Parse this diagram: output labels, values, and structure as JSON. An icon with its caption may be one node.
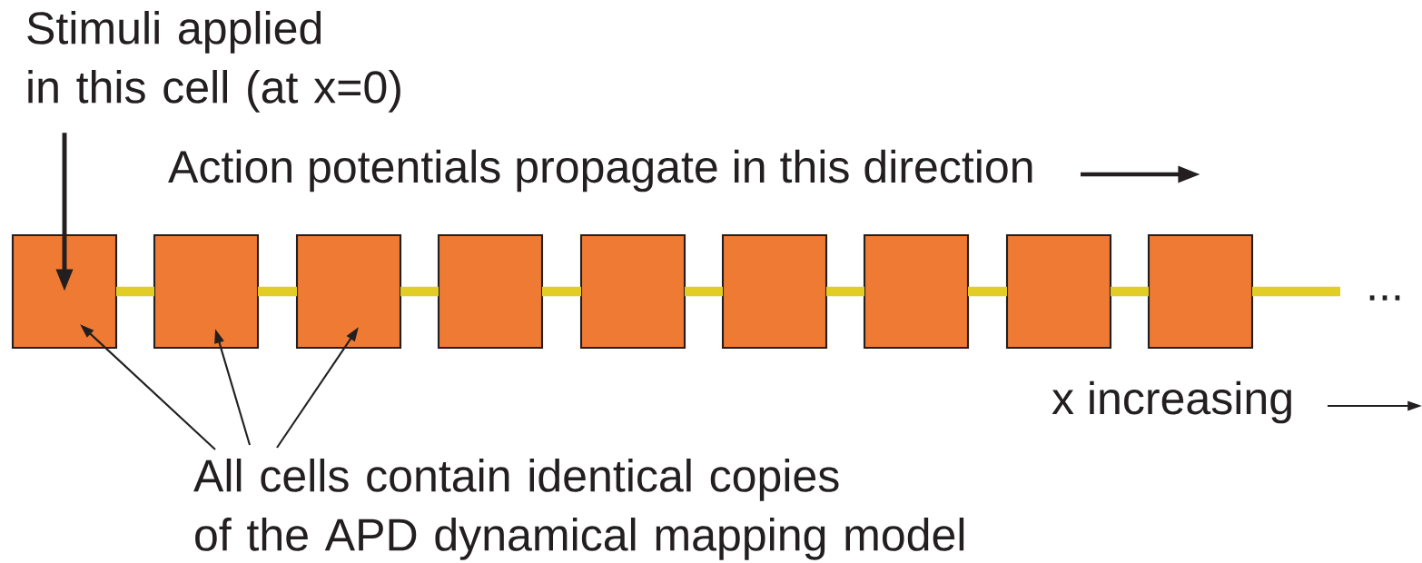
{
  "diagram": {
    "nodes": [
      {
        "text": [
          "Stimuli applied in this cell (at x=0)"
        ]
      },
      {
        "text": [],
        "shape": "box"
      },
      {
        "text": [],
        "shape": "box"
      },
      {
        "text": [],
        "shape": "box"
      },
      {
        "text": [],
        "shape": "box"
      },
      {
        "text": [],
        "shape": "box"
      },
      {
        "text": [],
        "shape": "box"
      },
      {
        "text": [],
        "shape": "box"
      },
      {
        "text": [],
        "shape": "box"
      },
      {
        "text": [],
        "shape": "box"
      },
      {
        "text": [
          "All cells contain identical copies of the APD dynamical mapping model"
        ]
      }
    ],
    "edges": [
      {
        "from": 0,
        "to": 1,
        "arrow": "to",
        "color": "#231f20"
      },
      {
        "from": 10,
        "to": 1,
        "arrow": "to",
        "color": "#231f20"
      },
      {
        "from": 10,
        "to": 2,
        "arrow": "to",
        "color": "#231f20"
      },
      {
        "from": 10,
        "to": 3,
        "arrow": "to",
        "color": "#231f20"
      },
      {
        "from": 1,
        "to": 2,
        "arrow": "none",
        "color": "#e2cc26"
      },
      {
        "from": 2,
        "to": 3,
        "arrow": "none",
        "color": "#e2cc26"
      },
      {
        "from": 3,
        "to": 4,
        "arrow": "none",
        "color": "#e2cc26"
      },
      {
        "from": 4,
        "to": 5,
        "arrow": "none",
        "color": "#e2cc26"
      },
      {
        "from": 5,
        "to": 6,
        "arrow": "none",
        "color": "#e2cc26"
      },
      {
        "from": 6,
        "to": 7,
        "arrow": "none",
        "color": "#e2cc26"
      },
      {
        "from": 7,
        "to": 8,
        "arrow": "none",
        "color": "#e2cc26"
      },
      {
        "from": 8,
        "to": 9,
        "arrow": "none",
        "color": "#e2cc26"
      },
      {
        "from": 9,
        "to": null,
        "arrow": "none",
        "color": "#e2cc26"
      }
    ],
    "labels": [
      "Action potentials propagate in this direction",
      "...",
      "x increasing"
    ]
  }
}
